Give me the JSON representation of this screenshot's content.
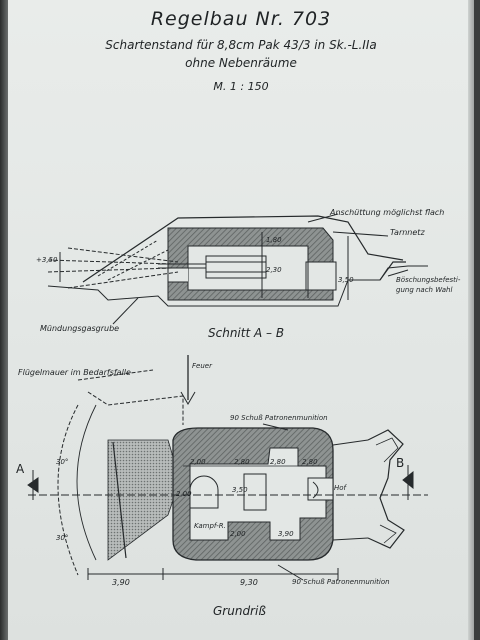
{
  "document": {
    "title": "Regelbau Nr. 703",
    "subtitle_line1": "Schartenstand für 8,8cm Pak 43/3 in Sk.-L.IIa",
    "subtitle_line2": "ohne Nebenräume",
    "scale": "M. 1 : 150"
  },
  "section": {
    "label_top_right": "Anschüttung möglichst flach",
    "label_tarnnetz": "Tarnnetz",
    "label_slope_1": "Böschungsbefesti-",
    "label_slope_2": "gung nach Wahl",
    "label_left_bottom": "Mündungsgasgrube",
    "caption": "Schnitt A – B",
    "dim_left": "+3,50",
    "dim_h1": "2,30",
    "dim_h2": "3,50",
    "dim_h3": "1,80"
  },
  "plan": {
    "label_wing": "Flügelmauer im Bedarfsfalle",
    "label_feuer": "Feuer",
    "label_ammo_top": "90 Schuß Patronenmunition",
    "label_ammo_bottom": "90 Schuß Patronenmunition",
    "label_hof": "Hof",
    "label_kampf": "Kampf-R.",
    "marker_a": "A",
    "marker_b": "B",
    "dim_total_left": "3,90",
    "dim_total_main": "9,30",
    "dim_angle_top": "30°",
    "dim_angle_bottom": "30°",
    "dim_w1": "2,00",
    "dim_w2": "2,80",
    "dim_w3": "2,80",
    "dim_w4": "2,80",
    "dim_v1": "3,50",
    "dim_v2": "2,00",
    "dim_v3": "2,00",
    "dim_v4": "3,90",
    "caption": "Grundriß"
  }
}
